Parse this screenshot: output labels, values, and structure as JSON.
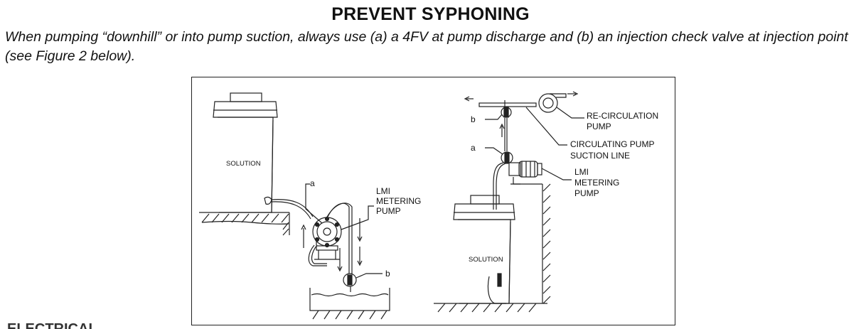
{
  "heading": "PREVENT SYPHONING",
  "instruction": "When pumping “downhill” or into pump suction, always use (a) a 4FV at pump discharge and (b) an injection check valve at injection point (see Figure 2 below).",
  "figure": {
    "left": {
      "tank_label": "SOLUTION",
      "callout_a": "a",
      "callout_b": "b",
      "pump_label_1": "LMI",
      "pump_label_2": "METERING",
      "pump_label_3": "PUMP"
    },
    "right": {
      "callout_a": "a",
      "callout_b": "b",
      "recirc_1": "RE-CIRCULATION",
      "recirc_2": "PUMP",
      "suction_1": "CIRCULATING PUMP",
      "suction_2": "SUCTION LINE",
      "pump_label_1": "LMI",
      "pump_label_2": "METERING",
      "pump_label_3": "PUMP",
      "tank_label": "SOLUTION"
    }
  },
  "next_section": "ELECTRICAL"
}
